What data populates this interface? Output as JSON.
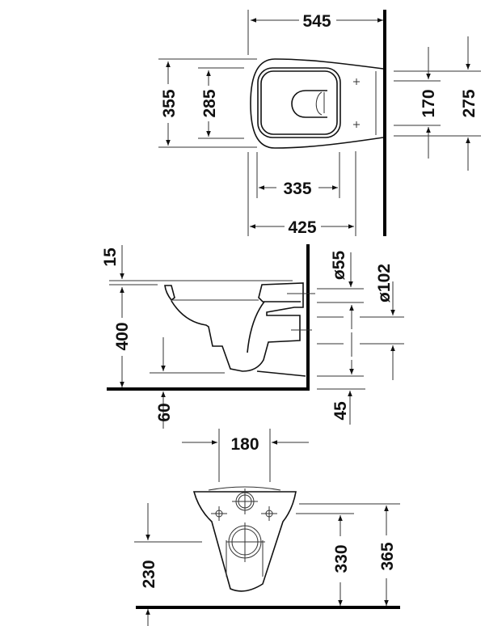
{
  "top_view": {
    "width_total": "545",
    "width_outer": "355",
    "width_seat": "285",
    "length_seat": "335",
    "length_bowl": "425",
    "fixing_spacing": "170",
    "wall_plate": "275"
  },
  "side_view": {
    "rim_offset": "15",
    "height": "400",
    "floor_gap": "60",
    "inlet_diameter": "ø55",
    "outlet_diameter": "ø102",
    "outlet_offset": "45"
  },
  "front_view": {
    "fixing_width": "180",
    "outlet_height": "230",
    "fixing_height": "330",
    "rim_height": "365"
  }
}
